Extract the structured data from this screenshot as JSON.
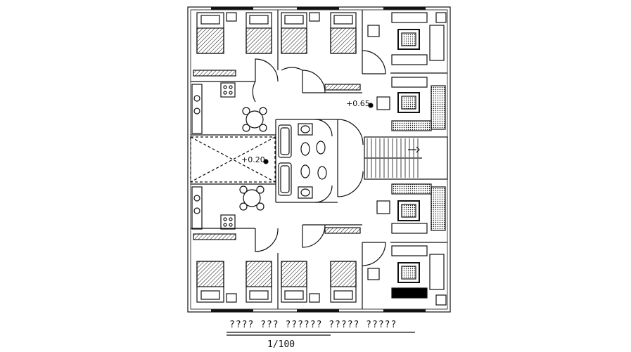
{
  "drawing": {
    "title": "???? ??? ?????? ????? ?????",
    "scale": "1/100",
    "levels": [
      "+0.65",
      "+0.20"
    ]
  },
  "colors": {
    "line": "#111111",
    "fill": "#000000",
    "background": "#ffffff"
  }
}
